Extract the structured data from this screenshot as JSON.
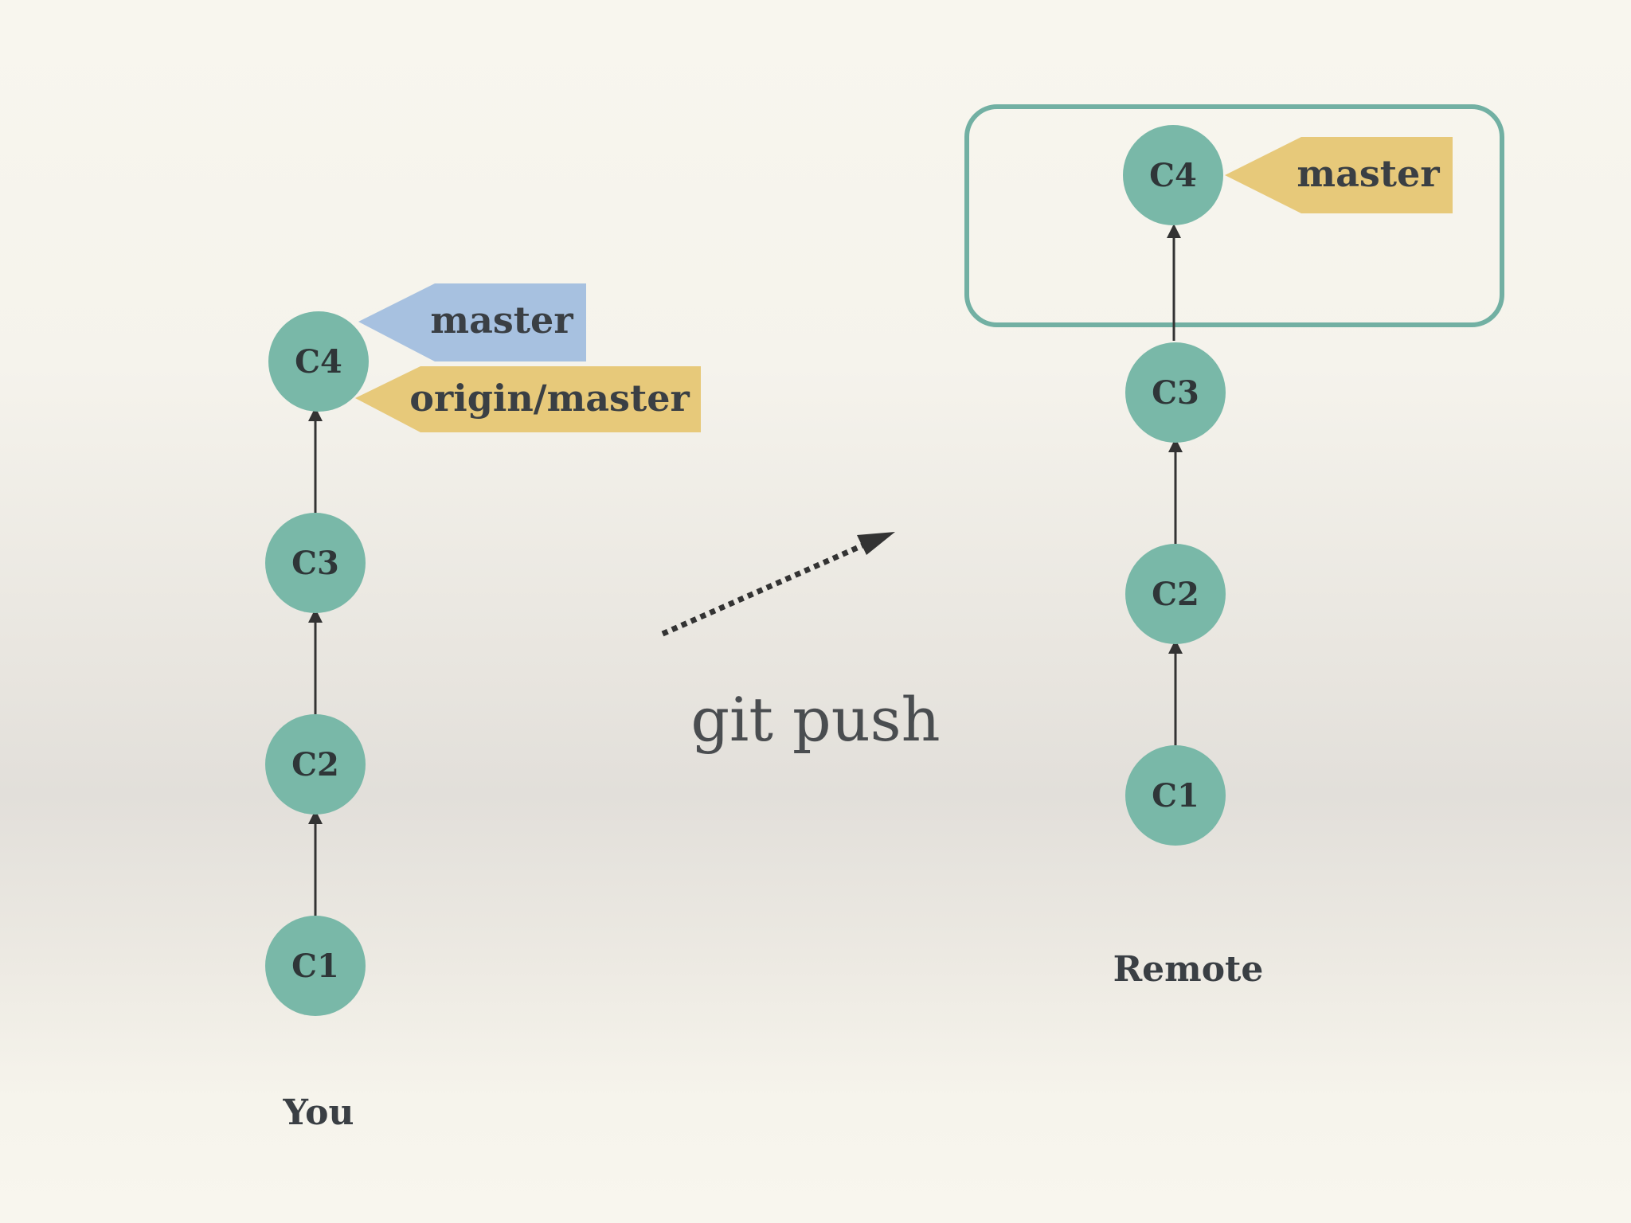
{
  "local": {
    "caption": "You",
    "commits": [
      "C1",
      "C2",
      "C3",
      "C4"
    ],
    "refs": [
      {
        "label": "master",
        "color": "#a7c1e0"
      },
      {
        "label": "origin/master",
        "color": "#e7c97a"
      }
    ]
  },
  "remote": {
    "caption": "Remote",
    "commits": [
      "C1",
      "C2",
      "C3",
      "C4"
    ],
    "refs": [
      {
        "label": "master",
        "color": "#e7c97a"
      }
    ]
  },
  "action": {
    "label": "git push"
  },
  "colors": {
    "commit_fill": "#79b8a8",
    "highlight_stroke": "#72b0a3",
    "arrow": "#333333"
  }
}
